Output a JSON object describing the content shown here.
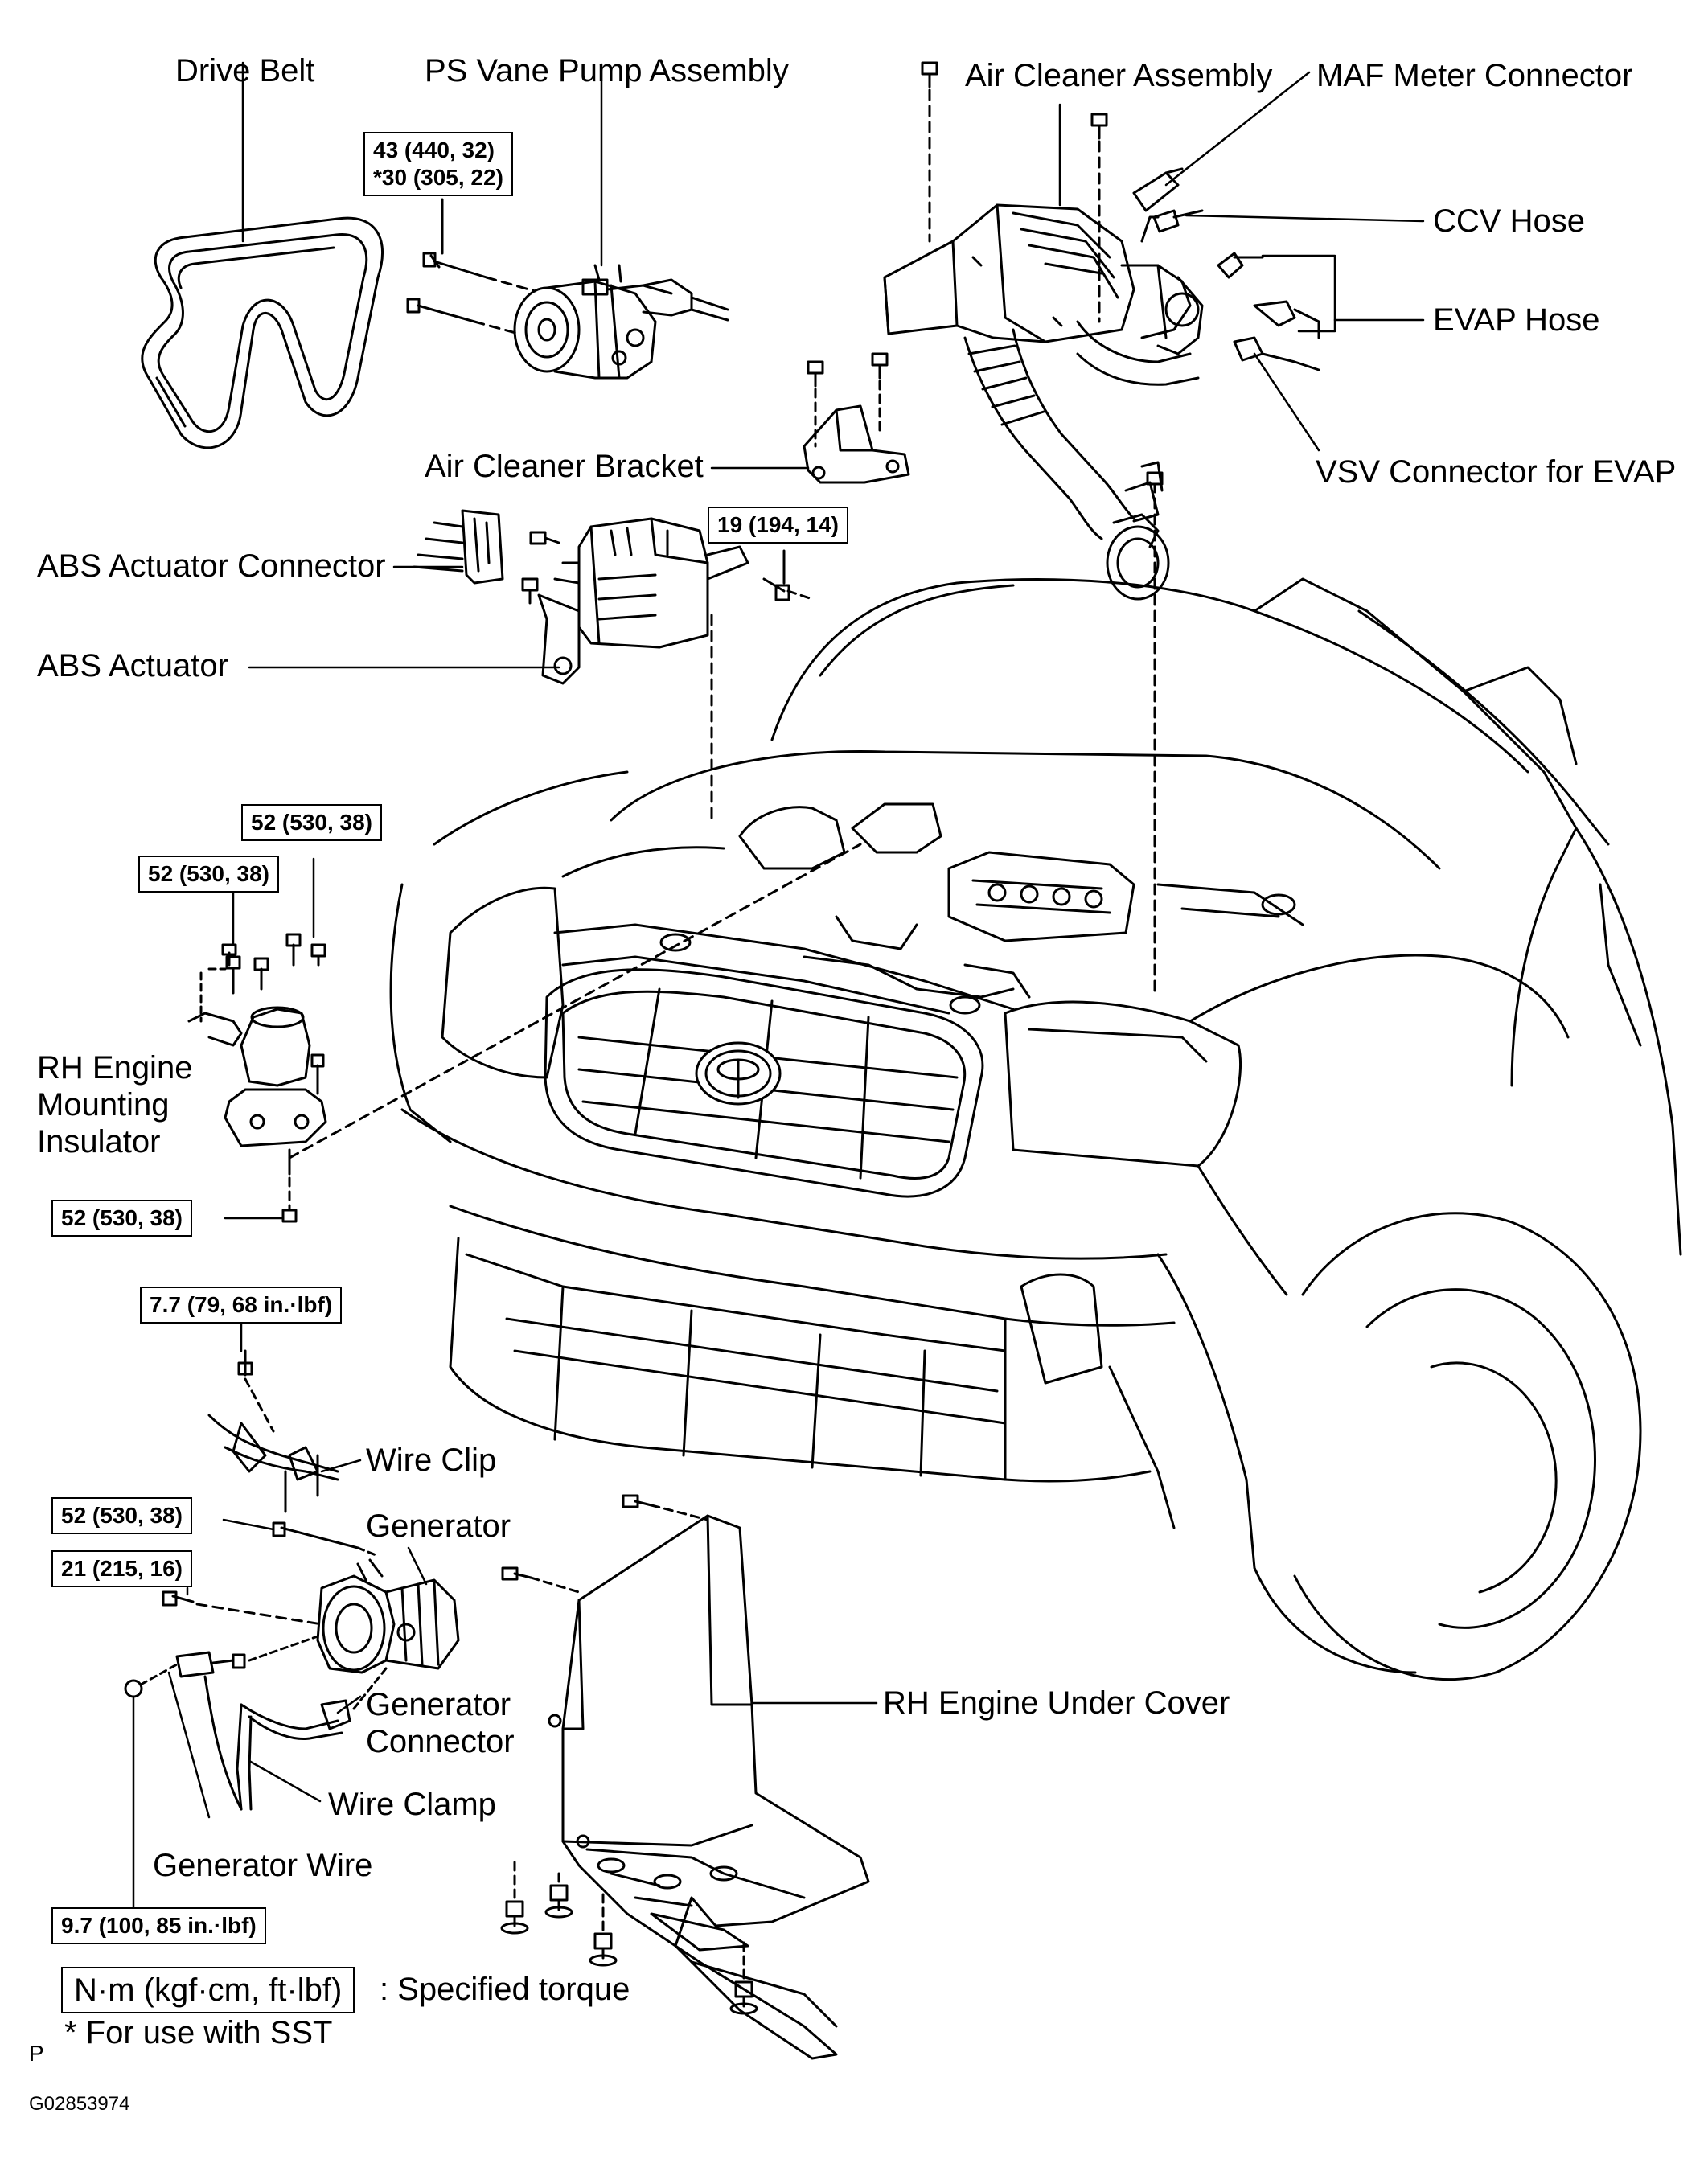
{
  "labels": {
    "drive_belt": "Drive Belt",
    "ps_vane_pump": "PS Vane Pump Assembly",
    "air_cleaner_assembly": "Air Cleaner Assembly",
    "maf_meter_connector": "MAF Meter Connector",
    "ccv_hose": "CCV Hose",
    "evap_hose": "EVAP Hose",
    "vsv_connector": "VSV Connector for EVAP",
    "air_cleaner_bracket": "Air Cleaner Bracket",
    "abs_actuator_connector": "ABS Actuator Connector",
    "abs_actuator": "ABS Actuator",
    "rh_engine_mounting_line1": "RH Engine",
    "rh_engine_mounting_line2": "Mounting",
    "rh_engine_mounting_line3": "Insulator",
    "wire_clip": "Wire Clip",
    "generator": "Generator",
    "generator_connector_line1": "Generator",
    "generator_connector_line2": "Connector",
    "wire_clamp": "Wire Clamp",
    "generator_wire": "Generator Wire",
    "rh_engine_under_cover": "RH Engine Under Cover"
  },
  "torques": {
    "ps_pump_line1": "43 (440,  32)",
    "ps_pump_line2": "*30 (305, 22)",
    "abs_bolt": "19 (194, 14)",
    "mount_upper_right": "52 (530, 38)",
    "mount_upper_left": "52 (530, 38)",
    "mount_lower": "52 (530, 38)",
    "wire_clip_bolt": "7.7 (79, 68 in.·lbf)",
    "generator_bolt_upper": "52 (530, 38)",
    "generator_bolt_lower": "21 (215, 16)",
    "generator_wire_nut": "9.7 (100, 85 in.·lbf)"
  },
  "legend": {
    "unit_box": "N·m (kgf·cm, ft·lbf)",
    "unit_desc": ": Specified torque",
    "sst_note": "* For use with SST"
  },
  "footer": {
    "corner_letter": "P",
    "figure_code": "G02853974"
  }
}
